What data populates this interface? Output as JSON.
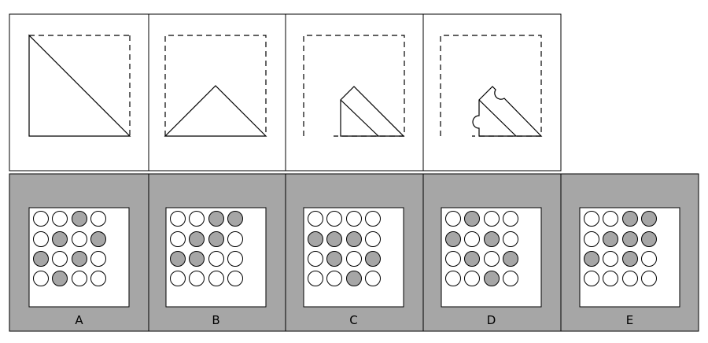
{
  "question_steps": [
    {
      "step": 1,
      "shape": "diagonal-fold"
    },
    {
      "step": 2,
      "shape": "triangle-fold"
    },
    {
      "step": 3,
      "shape": "strip-fold"
    },
    {
      "step": 4,
      "shape": "strip-fold-with-holes"
    }
  ],
  "answer_options": [
    {
      "label": "A",
      "grid": [
        [
          0,
          0,
          1,
          0
        ],
        [
          0,
          1,
          0,
          1
        ],
        [
          1,
          0,
          1,
          0
        ],
        [
          0,
          1,
          0,
          0
        ]
      ]
    },
    {
      "label": "B",
      "grid": [
        [
          0,
          0,
          1,
          1
        ],
        [
          0,
          1,
          1,
          0
        ],
        [
          1,
          1,
          0,
          0
        ],
        [
          0,
          0,
          0,
          0
        ]
      ]
    },
    {
      "label": "C",
      "grid": [
        [
          0,
          0,
          0,
          0
        ],
        [
          1,
          1,
          1,
          0
        ],
        [
          0,
          1,
          0,
          1
        ],
        [
          0,
          0,
          1,
          0
        ]
      ]
    },
    {
      "label": "D",
      "grid": [
        [
          0,
          1,
          0,
          0
        ],
        [
          1,
          0,
          1,
          0
        ],
        [
          0,
          1,
          0,
          1
        ],
        [
          0,
          0,
          1,
          0
        ]
      ]
    },
    {
      "label": "E",
      "grid": [
        [
          0,
          0,
          1,
          1
        ],
        [
          0,
          1,
          1,
          1
        ],
        [
          1,
          0,
          1,
          0
        ],
        [
          0,
          0,
          0,
          0
        ]
      ]
    }
  ],
  "colors": {
    "panel_bg": "#a6a6a6",
    "hole_filled": "#a6a6a6",
    "hole_empty": "#ffffff",
    "stroke": "#000000"
  }
}
